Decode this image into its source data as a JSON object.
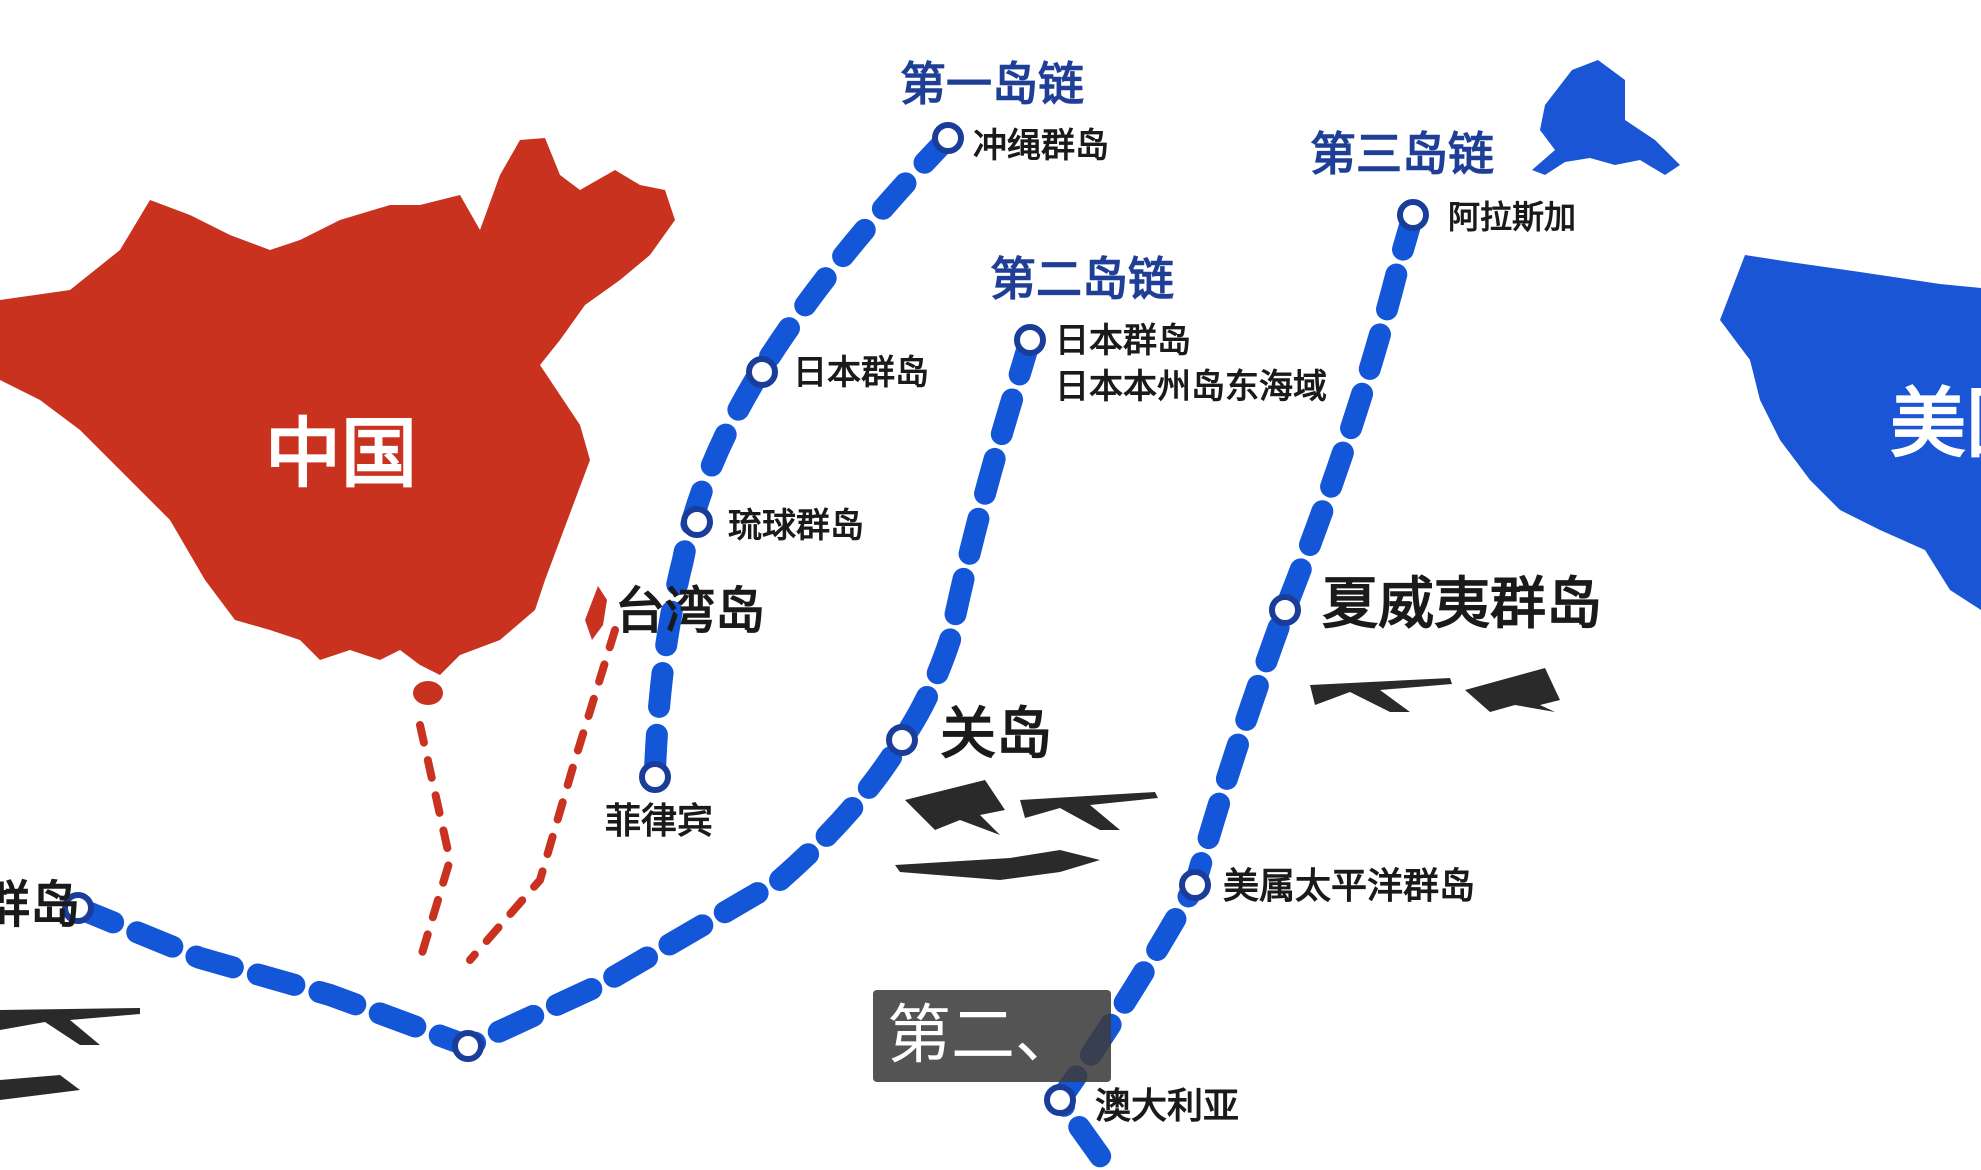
{
  "colors": {
    "chain": "#1356d8",
    "china": "#c8321f",
    "usa": "#1a55d6",
    "route": "#c8321f",
    "title": "#1f3f96"
  },
  "countries": {
    "china": "中国",
    "usa_partial": "美国"
  },
  "chains": {
    "first": {
      "title": "第一岛链",
      "stops": [
        {
          "name": "冲绳群岛"
        },
        {
          "name": "日本群岛"
        },
        {
          "name": "琉球群岛"
        },
        {
          "name": "台湾岛"
        },
        {
          "name": "菲律宾"
        },
        {
          "name": "印度尼西亚群岛"
        }
      ]
    },
    "second": {
      "title": "第二岛链",
      "stops": [
        {
          "name": "日本群岛"
        },
        {
          "name": "日本本州岛东海域"
        },
        {
          "name": "关岛"
        }
      ]
    },
    "third": {
      "title": "第三岛链",
      "stops": [
        {
          "name": "阿拉斯加"
        },
        {
          "name": "夏威夷群岛"
        },
        {
          "name": "美属太平洋群岛"
        },
        {
          "name": "澳大利亚"
        }
      ]
    }
  },
  "subtitle": "第二、"
}
